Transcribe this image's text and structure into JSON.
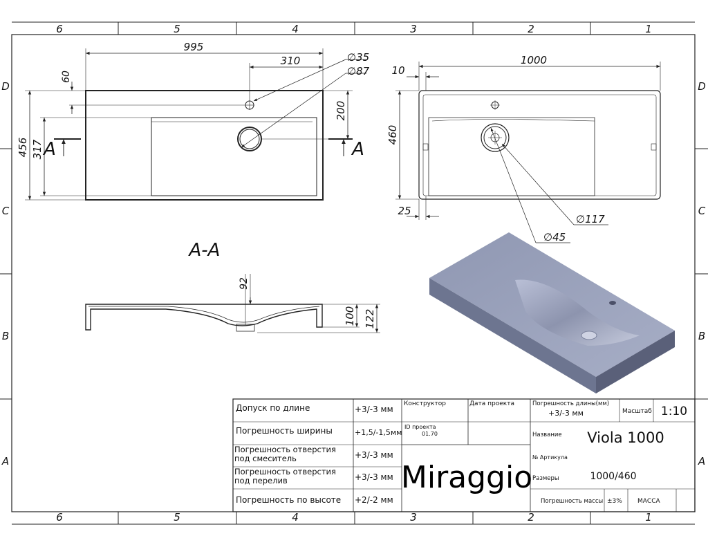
{
  "frame": {
    "columns": [
      "6",
      "5",
      "4",
      "3",
      "2",
      "1"
    ],
    "rows": [
      "D",
      "C",
      "B",
      "A"
    ]
  },
  "top_view": {
    "dim_length": "995",
    "dim_310": "310",
    "dim_60": "60",
    "dim_200": "200",
    "dim_456": "456",
    "dim_317": "317",
    "dia_35": "∅35",
    "dia_87": "∅87",
    "section_mark": "A"
  },
  "side_view": {
    "dim_10": "10",
    "dim_1000": "1000",
    "dim_460": "460",
    "dim_25": "25",
    "dia_117": "∅117",
    "dia_45": "∅45"
  },
  "section_view": {
    "title": "A-A",
    "dim_92": "92",
    "dim_100": "100",
    "dim_122": "122"
  },
  "title_block": {
    "tolerances": [
      {
        "label": "Допуск по длине",
        "value": "+3/-3 мм"
      },
      {
        "label": "Погрешность ширины",
        "value": "+1,5/-1,5мм"
      },
      {
        "label": "Погрешность отверстия под смеситель",
        "value": "+3/-3 мм"
      },
      {
        "label": "Погрешность отверстия под перелив",
        "value": "+3/-3 мм"
      },
      {
        "label": "Погрешность по высоте",
        "value": "+2/-2 мм"
      }
    ],
    "designer_label": "Конструктор",
    "date_label": "Дата проекта",
    "project_id_label": "ID проекта",
    "project_id_value": "01.70",
    "length_error_label": "Погрешность длины(мм)",
    "length_error_value": "+3/-3 мм",
    "scale_label": "Масштаб",
    "scale_value": "1:10",
    "name_label": "Название",
    "name_value": "Viola 1000",
    "article_label": "№ Артикула",
    "size_label": "Размеры",
    "size_value": "1000/460",
    "brand": "Miraggio",
    "mass_error_label": "Погрешность массы",
    "mass_error_value": "±3%",
    "mass_label": "МАССА"
  }
}
